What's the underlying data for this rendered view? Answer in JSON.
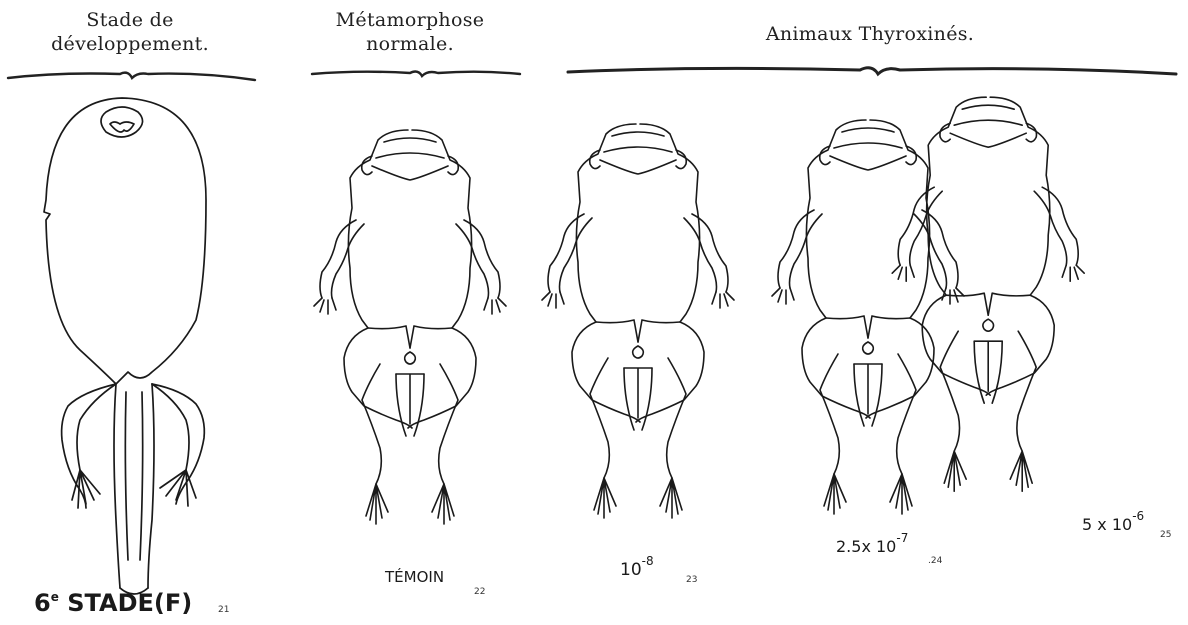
{
  "headers": {
    "stage": {
      "line1": "Stade de",
      "line2": "développement."
    },
    "normal": {
      "line1": "Métamorphose",
      "line2": "normale."
    },
    "treated": {
      "line1": "Animaux  Thyroxinés."
    }
  },
  "figures": [
    {
      "label_main": "6",
      "label_sup": "e",
      "label_rest": " STADE(",
      "label_bold": "F",
      "label_close": ")",
      "number": "21"
    },
    {
      "label_main": "TÉMOIN",
      "number": "22"
    },
    {
      "label_main": "10",
      "label_exp": "-8",
      "number": "23"
    },
    {
      "label_main": "2.5x 10",
      "label_exp": "-7",
      "number": ".24"
    },
    {
      "label_main": "5 x 10",
      "label_exp": "-6",
      "number": "25"
    }
  ]
}
